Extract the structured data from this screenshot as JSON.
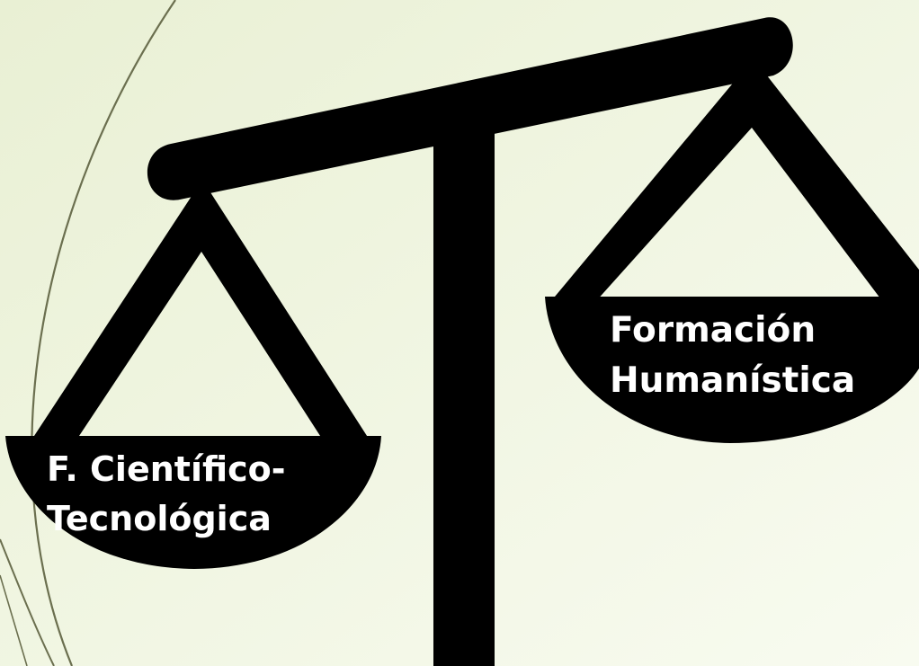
{
  "slide": {
    "background_colors": [
      "#eef3dc",
      "#f7faee"
    ],
    "ink_color": "#000000",
    "text_color": "#ffffff",
    "accent_line_color": "#6b6f4f"
  },
  "scale": {
    "left_pan": {
      "line1": "F. Científico-",
      "line2": "Tecnológica"
    },
    "right_pan": {
      "line1": "Formación",
      "line2": "Humanística"
    }
  }
}
